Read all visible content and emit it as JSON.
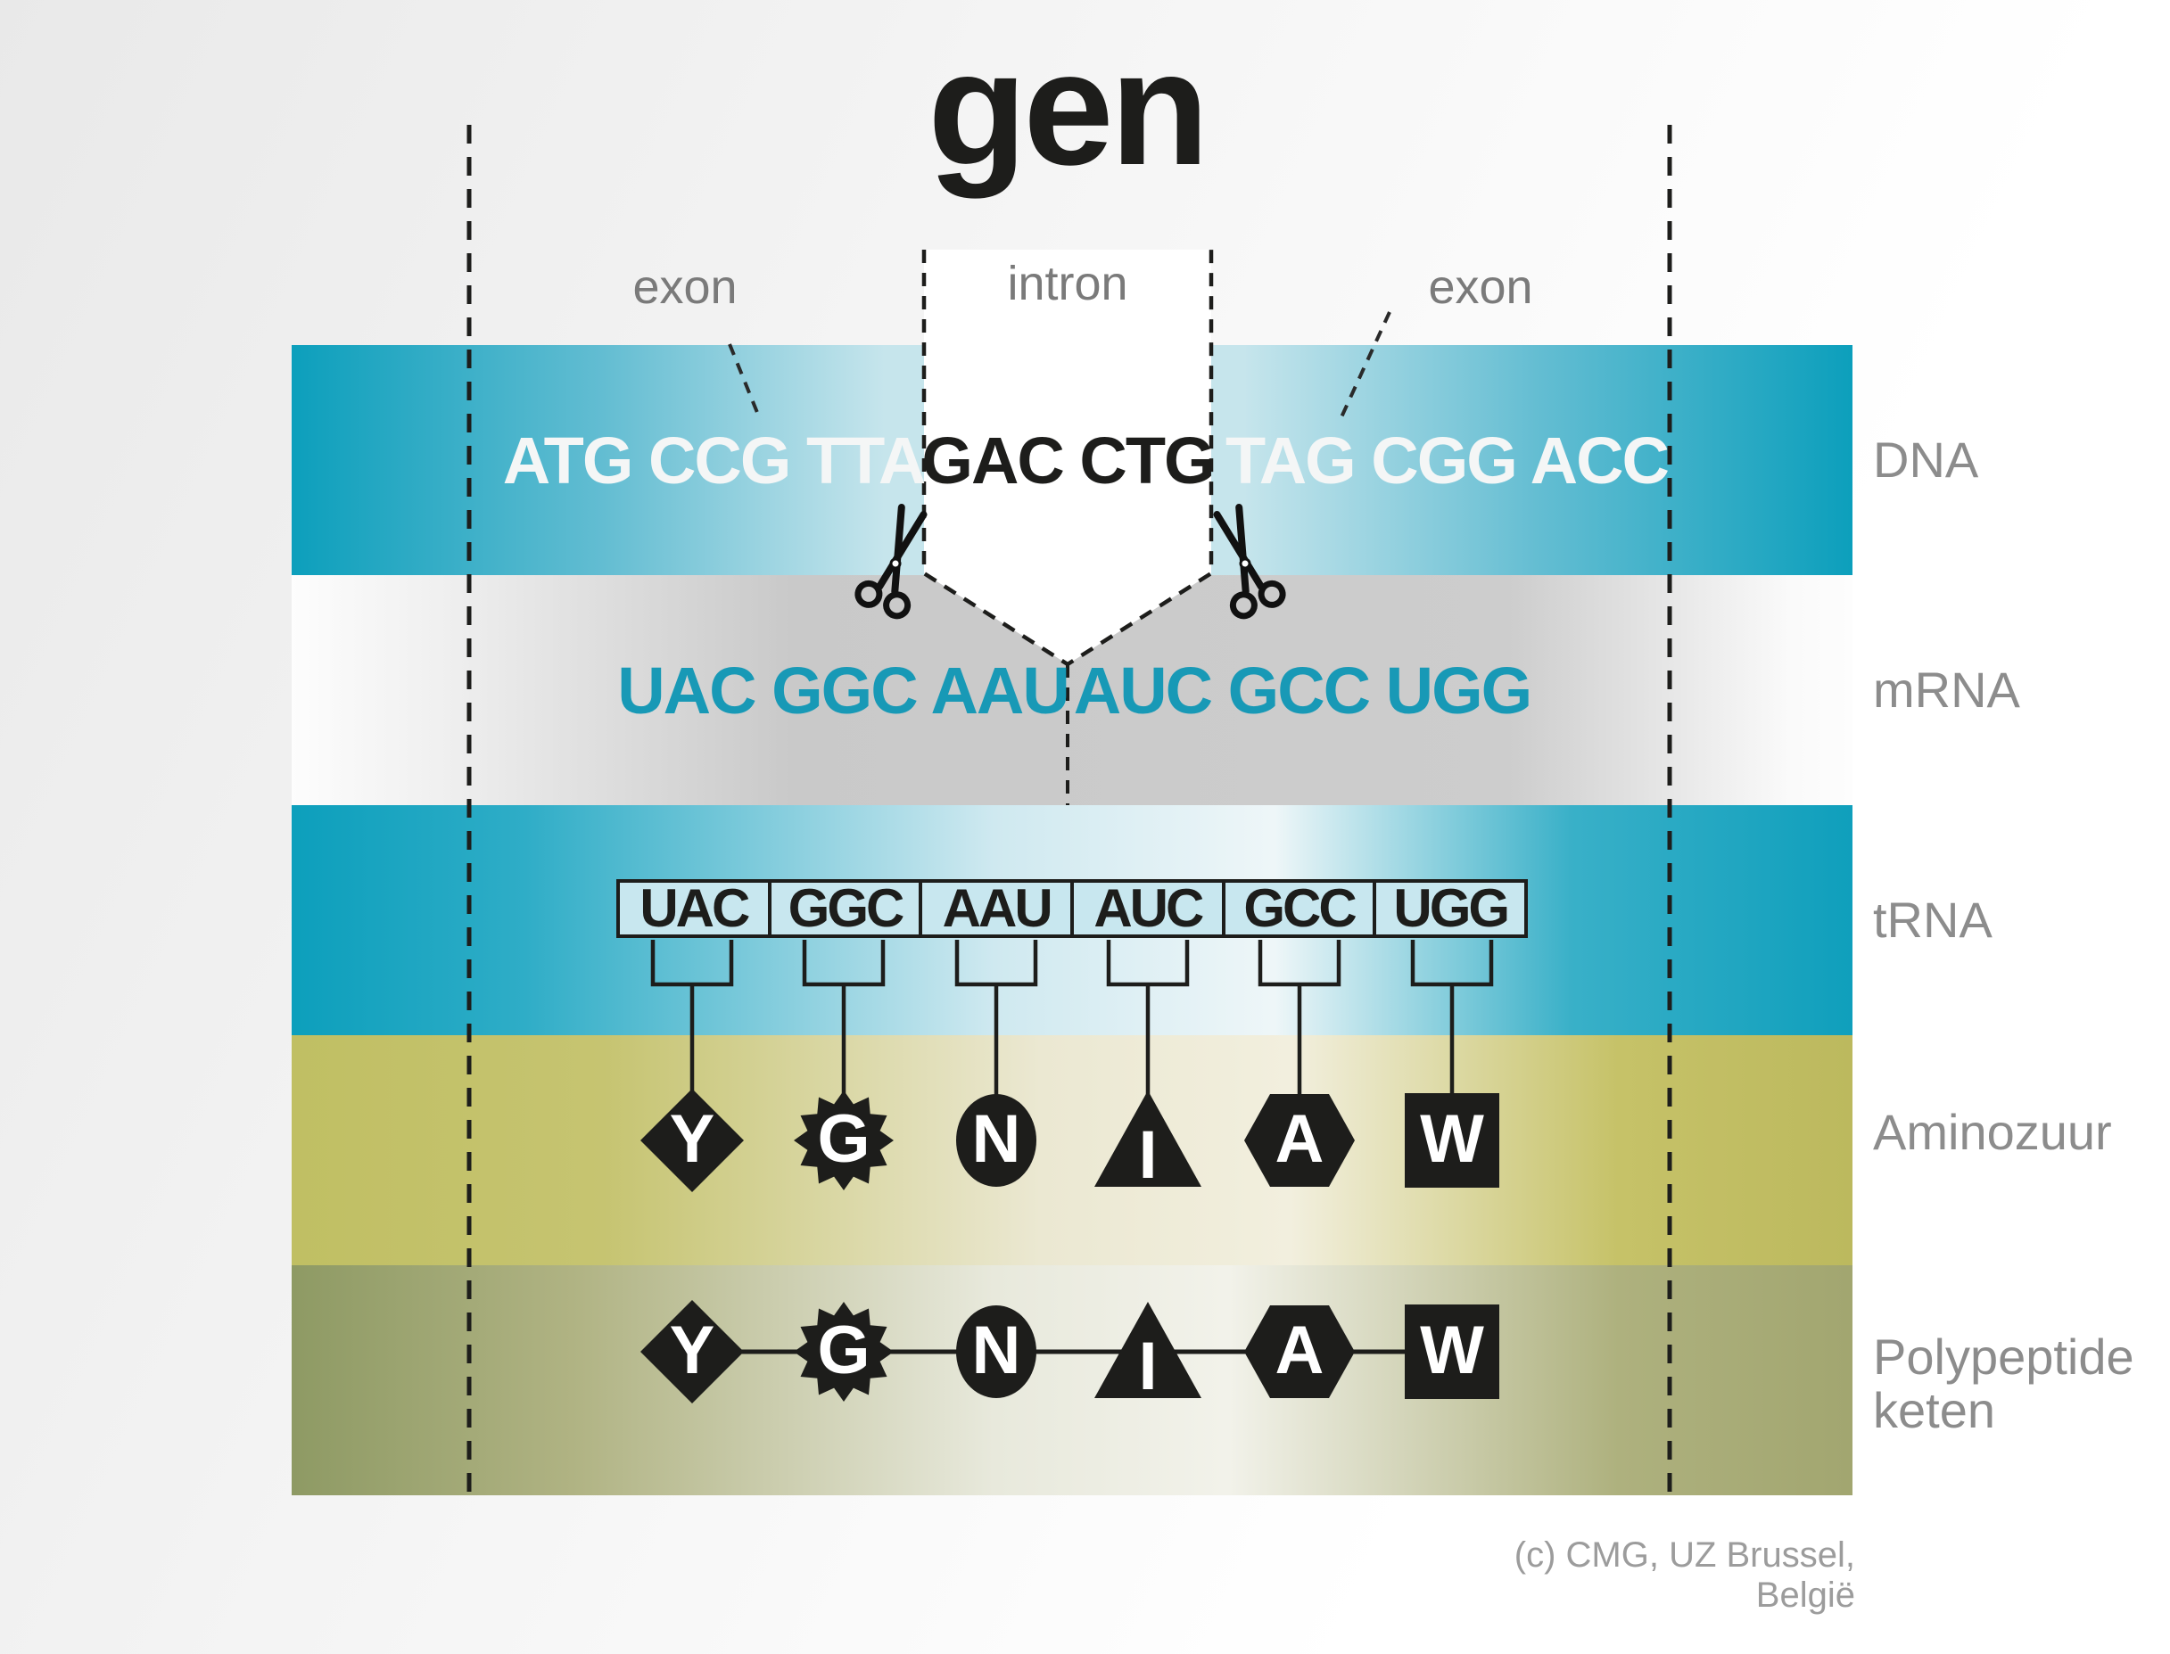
{
  "title": "gen",
  "annotations": {
    "exon_left": "exon",
    "intron": "intron",
    "exon_right": "exon"
  },
  "rows": {
    "dna": {
      "label": "DNA",
      "exon1_seq": "ATG CCG TTA",
      "intron_seq": "GAC CTG",
      "exon2_seq": "TAG CGG ACC"
    },
    "mrna": {
      "label": "mRNA",
      "segment_left": "UAC GGC AAU",
      "segment_right": "AUC GCC UGG"
    },
    "trna": {
      "label": "tRNA",
      "codons": [
        "UAC",
        "GGC",
        "AAU",
        "AUC",
        "GCC",
        "UGG"
      ]
    },
    "amino": {
      "label": "Aminozuur",
      "acids": [
        "Y",
        "G",
        "N",
        "I",
        "A",
        "W"
      ]
    },
    "poly": {
      "label_line1": "Polypeptide",
      "label_line2": "keten",
      "acids": [
        "Y",
        "G",
        "N",
        "I",
        "A",
        "W"
      ]
    }
  },
  "icons": {
    "scissors": "scissors-icon",
    "amino_shapes": [
      "diamond",
      "starburst",
      "circle",
      "triangle",
      "hexagon",
      "square"
    ]
  },
  "copyright": "(c) CMG, UZ Brussel, België",
  "colors": {
    "ink": "#1d1d1b",
    "teal": "#0c9fbc",
    "teal_mid": "#63bdd2",
    "teal_pale": "#c6e5ec",
    "trna_pale": "#eef6f8",
    "mrna_gray": "#c9c9c9",
    "mrna_white": "#fdfdfd",
    "olive": "#c0bf63",
    "olive_pale": "#f2efde",
    "poly_olive": "#8e9a64",
    "poly_pale": "#f2f2ea",
    "poly_right": "#a2a670",
    "codon_box_fill": "#c8e7ef",
    "mrna_text": "#1899b6",
    "dna_text_light": "#f4f6f6",
    "label_gray": "#7a7a7a",
    "side_label_gray": "#8c8c8c",
    "copyright_gray": "#9c9c9c"
  }
}
